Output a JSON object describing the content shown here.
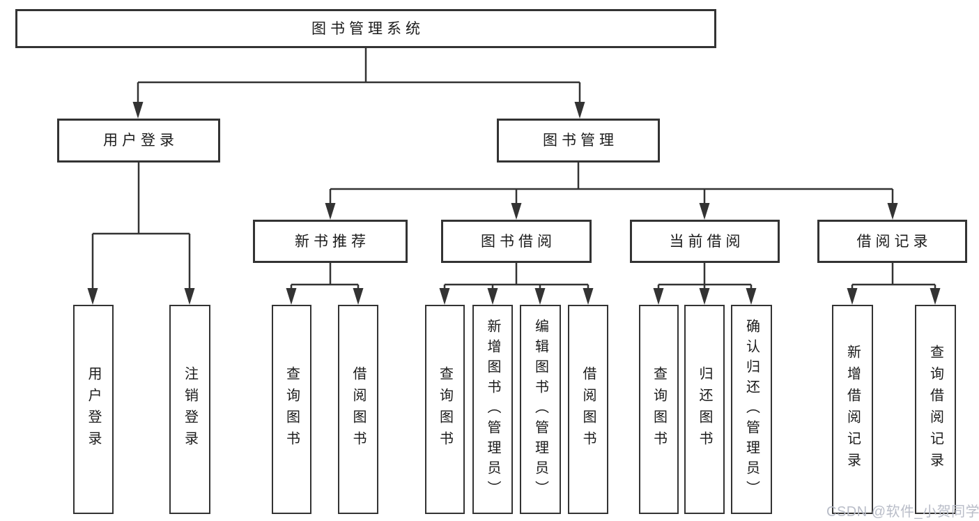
{
  "diagram": {
    "root": "图书管理系统",
    "branches": {
      "user": "用户登录",
      "book": "图书管理"
    },
    "modules": {
      "newbook": "新书推荐",
      "borrow": "图书借阅",
      "current": "当前借阅",
      "records": "借阅记录"
    },
    "leaves": {
      "user_login": "用户登录",
      "user_logout": "注销登录",
      "newbook_query": "查询图书",
      "newbook_borrow": "借阅图书",
      "borrow_query": "查询图书",
      "borrow_add": "新增图书（管理员）",
      "borrow_edit": "编辑图书（管理员）",
      "borrow_do": "借阅图书",
      "current_query": "查询图书",
      "current_return": "归还图书",
      "current_confirm": "确认归还（管理员）",
      "records_add": "新增借阅记录",
      "records_query": "查询借阅记录"
    }
  },
  "watermark": "CSDN @软件_小贺同学",
  "colors": {
    "line": "#333333",
    "box_border": "#333333",
    "box_fill": "#ffffff",
    "text": "#1b1b1b",
    "watermark": "#b9bdc8",
    "background": "#ffffff"
  }
}
